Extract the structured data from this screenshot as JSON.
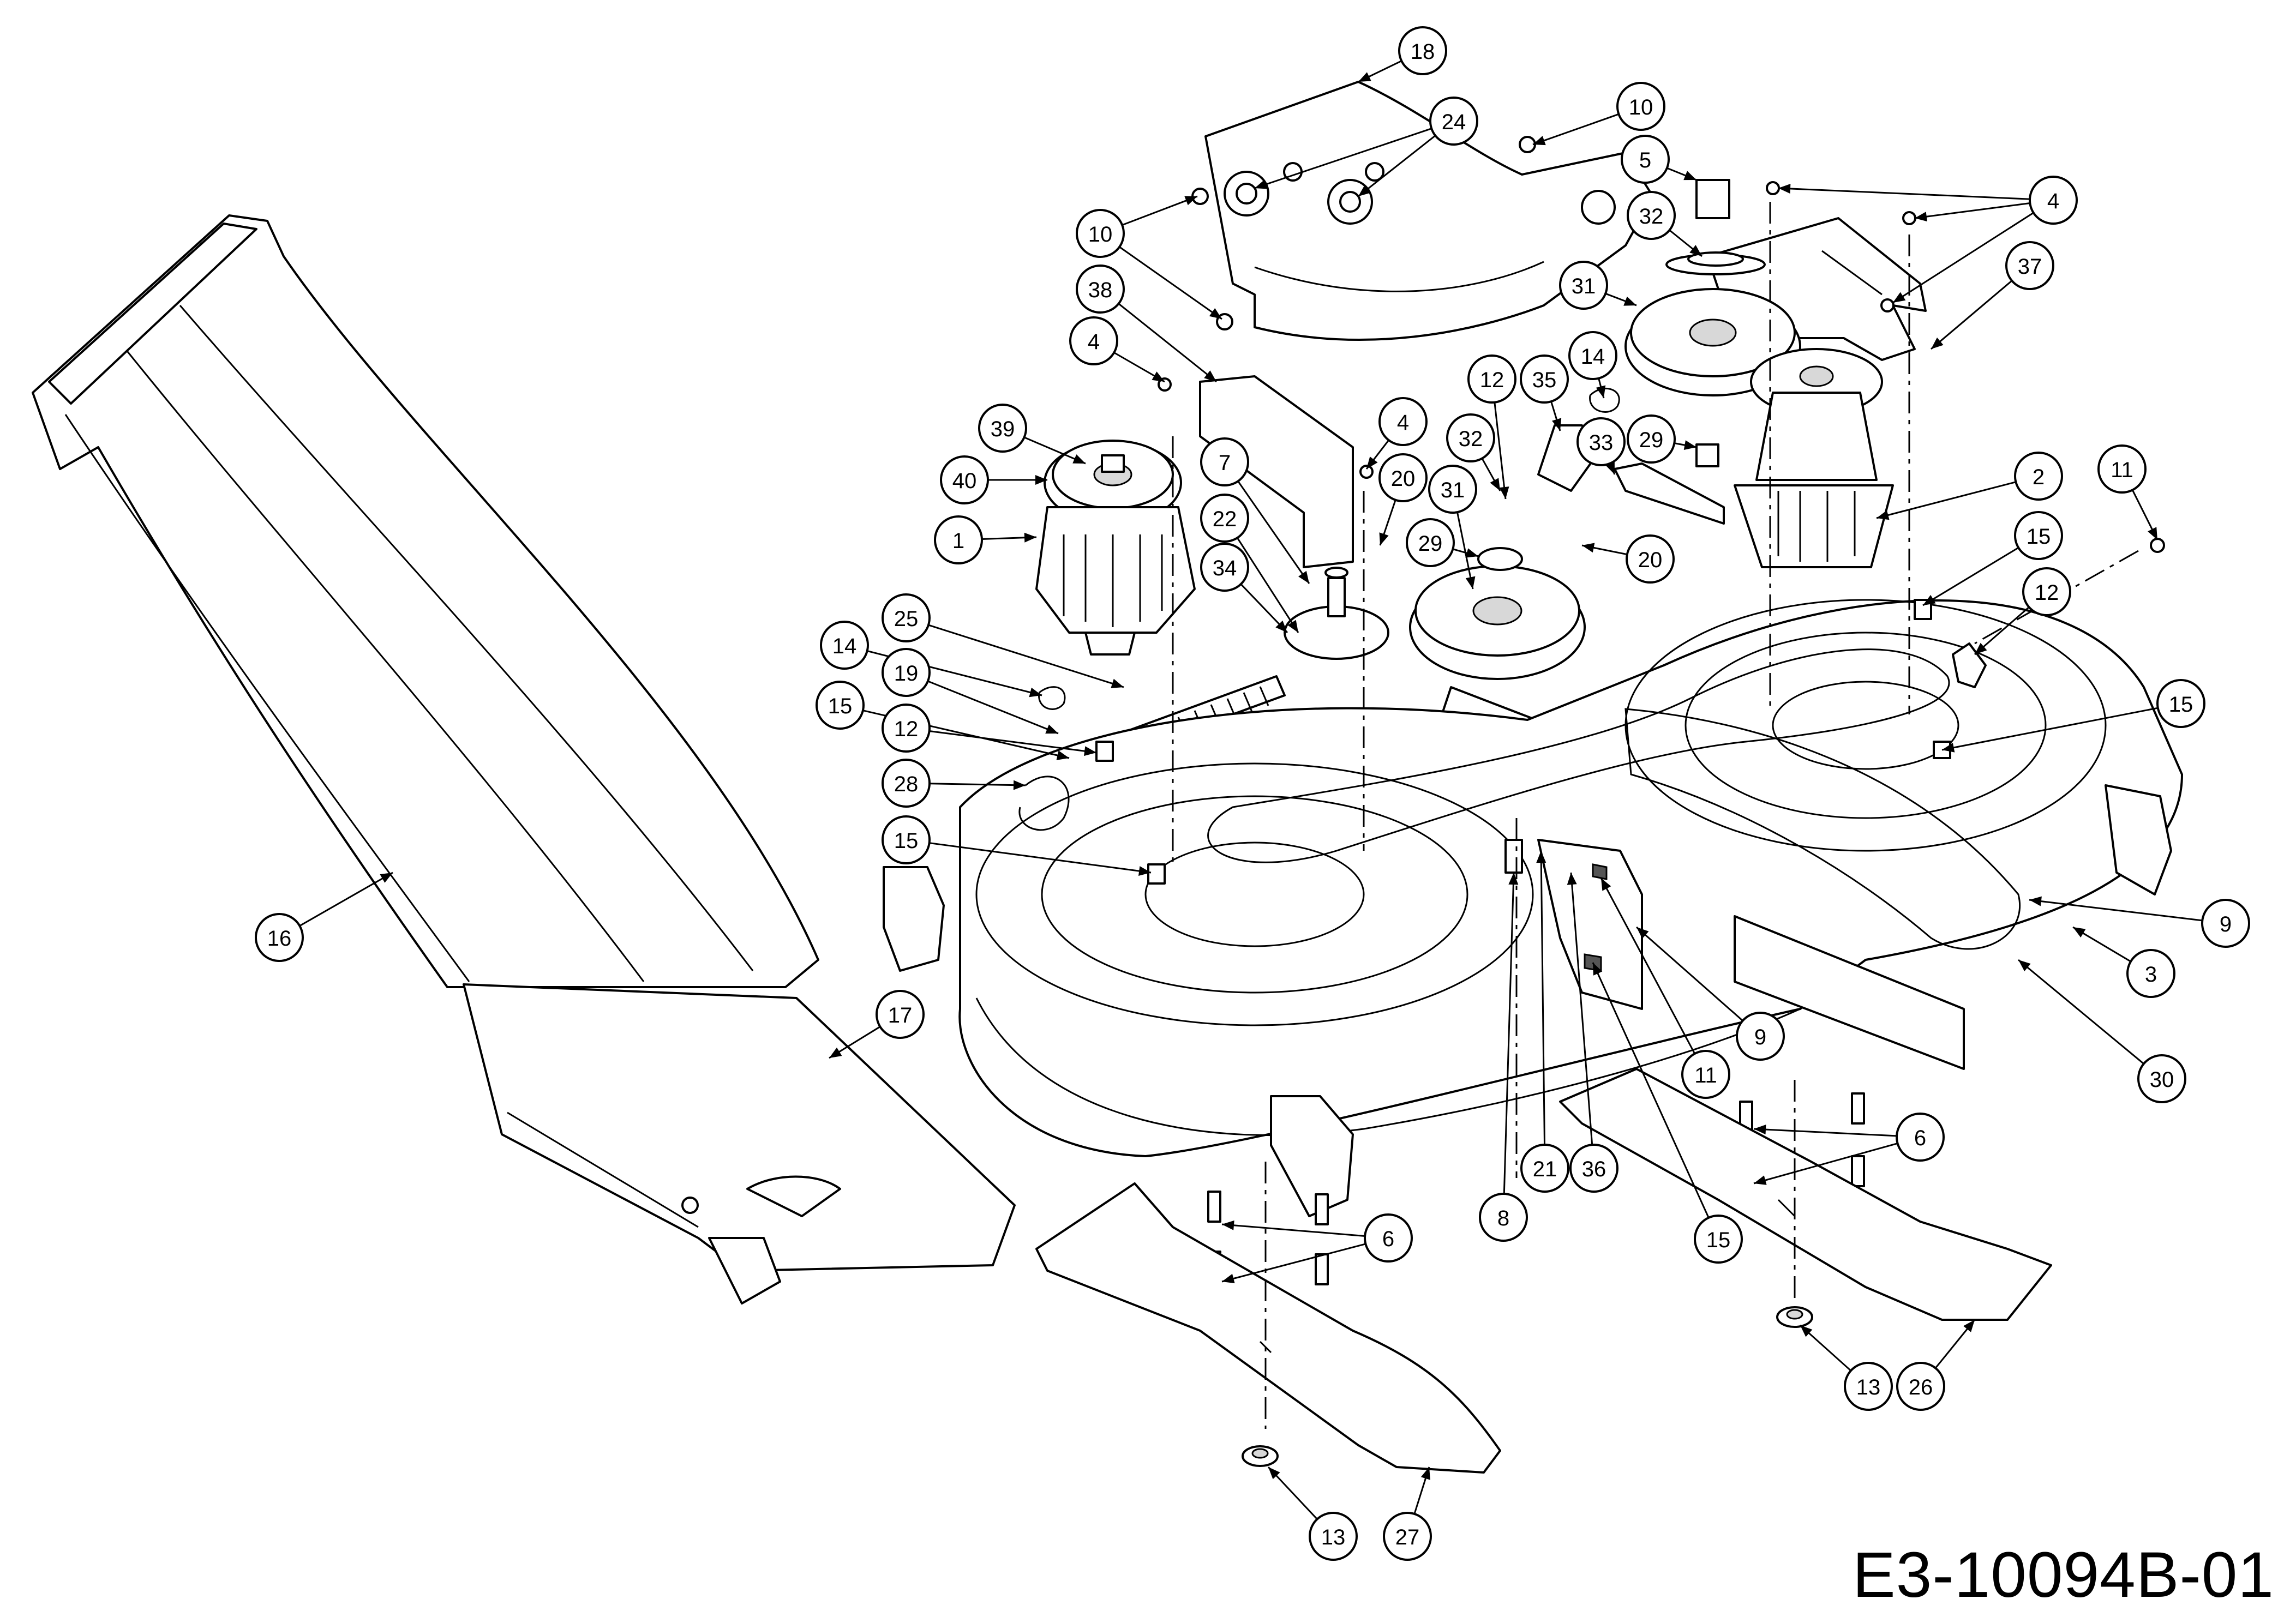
{
  "drawing_number": "E3-10094B-01",
  "callouts": [
    {
      "id": "c1",
      "label": "1"
    },
    {
      "id": "c2",
      "label": "2"
    },
    {
      "id": "c3",
      "label": "3"
    },
    {
      "id": "c4a",
      "label": "4"
    },
    {
      "id": "c4b",
      "label": "4"
    },
    {
      "id": "c4c",
      "label": "4"
    },
    {
      "id": "c5",
      "label": "5"
    },
    {
      "id": "c6a",
      "label": "6"
    },
    {
      "id": "c6b",
      "label": "6"
    },
    {
      "id": "c7",
      "label": "7"
    },
    {
      "id": "c8",
      "label": "8"
    },
    {
      "id": "c9a",
      "label": "9"
    },
    {
      "id": "c9b",
      "label": "9"
    },
    {
      "id": "c10a",
      "label": "10"
    },
    {
      "id": "c10b",
      "label": "10"
    },
    {
      "id": "c11a",
      "label": "11"
    },
    {
      "id": "c11b",
      "label": "11"
    },
    {
      "id": "c12a",
      "label": "12"
    },
    {
      "id": "c12b",
      "label": "12"
    },
    {
      "id": "c12c",
      "label": "12"
    },
    {
      "id": "c13a",
      "label": "13"
    },
    {
      "id": "c13b",
      "label": "13"
    },
    {
      "id": "c14a",
      "label": "14"
    },
    {
      "id": "c14b",
      "label": "14"
    },
    {
      "id": "c15a",
      "label": "15"
    },
    {
      "id": "c15b",
      "label": "15"
    },
    {
      "id": "c15c",
      "label": "15"
    },
    {
      "id": "c15d",
      "label": "15"
    },
    {
      "id": "c15e",
      "label": "15"
    },
    {
      "id": "c16",
      "label": "16"
    },
    {
      "id": "c17",
      "label": "17"
    },
    {
      "id": "c18",
      "label": "18"
    },
    {
      "id": "c19",
      "label": "19"
    },
    {
      "id": "c20a",
      "label": "20"
    },
    {
      "id": "c20b",
      "label": "20"
    },
    {
      "id": "c21",
      "label": "21"
    },
    {
      "id": "c22",
      "label": "22"
    },
    {
      "id": "c24",
      "label": "24"
    },
    {
      "id": "c25",
      "label": "25"
    },
    {
      "id": "c26",
      "label": "26"
    },
    {
      "id": "c27",
      "label": "27"
    },
    {
      "id": "c28",
      "label": "28"
    },
    {
      "id": "c29a",
      "label": "29"
    },
    {
      "id": "c29b",
      "label": "29"
    },
    {
      "id": "c30",
      "label": "30"
    },
    {
      "id": "c31a",
      "label": "31"
    },
    {
      "id": "c31b",
      "label": "31"
    },
    {
      "id": "c32a",
      "label": "32"
    },
    {
      "id": "c32b",
      "label": "32"
    },
    {
      "id": "c33",
      "label": "33"
    },
    {
      "id": "c34",
      "label": "34"
    },
    {
      "id": "c35",
      "label": "35"
    },
    {
      "id": "c36",
      "label": "36"
    },
    {
      "id": "c37",
      "label": "37"
    },
    {
      "id": "c38",
      "label": "38"
    },
    {
      "id": "c39",
      "label": "39"
    },
    {
      "id": "c40",
      "label": "40"
    }
  ]
}
